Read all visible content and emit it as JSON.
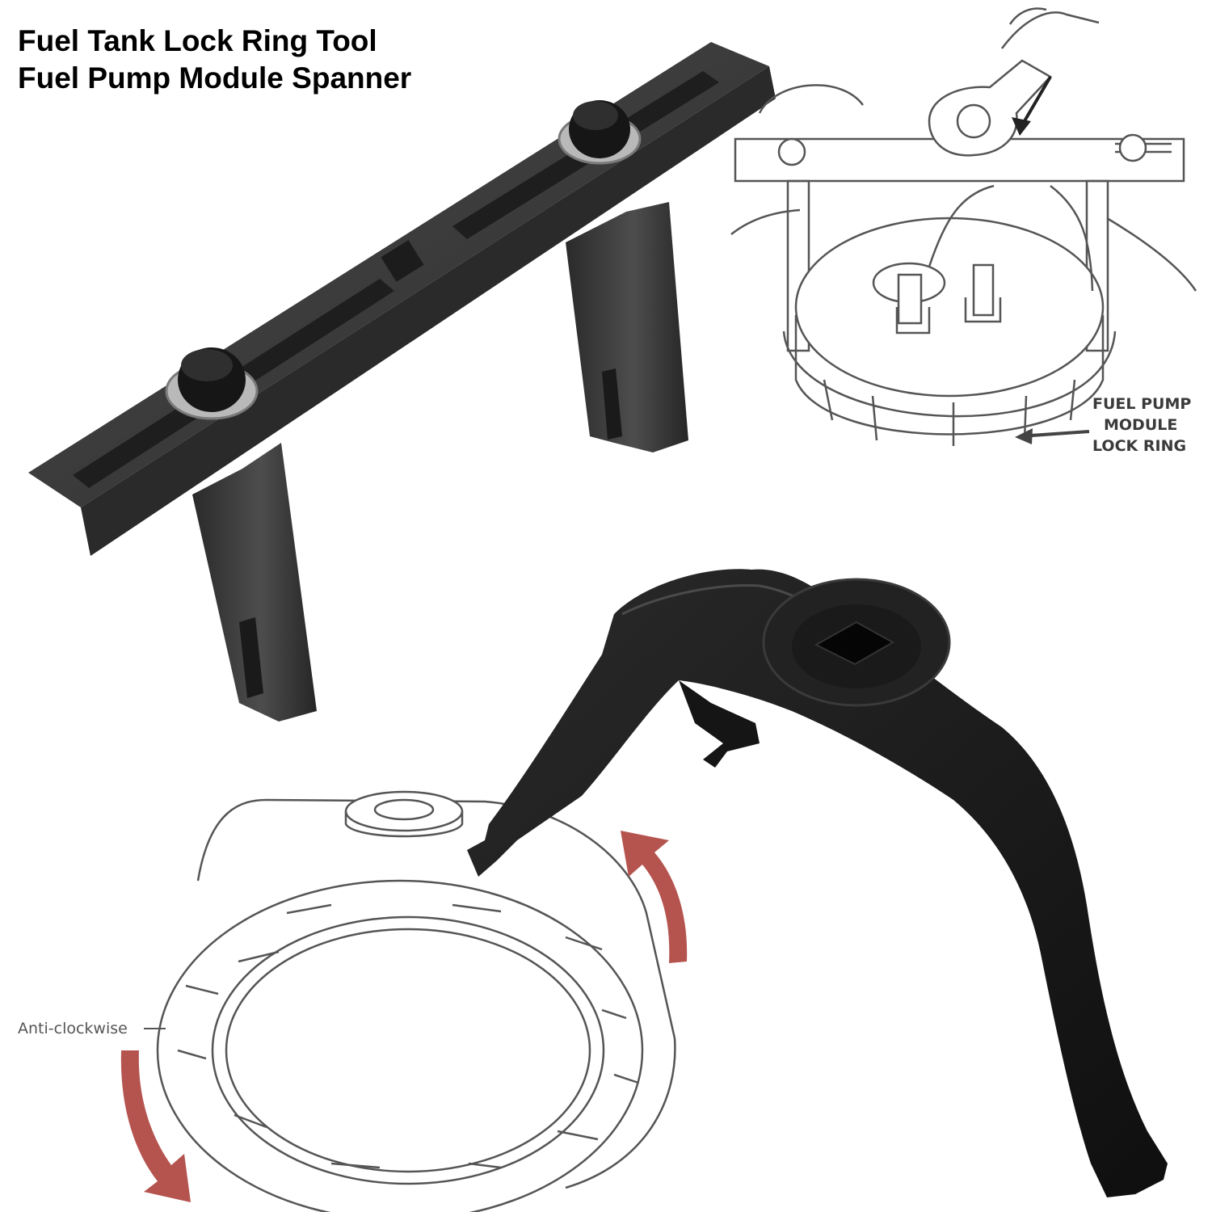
{
  "product": {
    "title_line1": "Fuel Tank Lock Ring Tool",
    "title_line2": "Fuel Pump Module Spanner"
  },
  "diagram_callout": {
    "line1": "FUEL PUMP",
    "line2": "MODULE",
    "line3": "LOCK RING"
  },
  "rotation_label": "Anti-clockwise",
  "colors": {
    "tool_black": "#1b1b1b",
    "bar_gray": "#3c3c3c",
    "arrow_red": "#b5544f",
    "line_art": "#555555"
  }
}
